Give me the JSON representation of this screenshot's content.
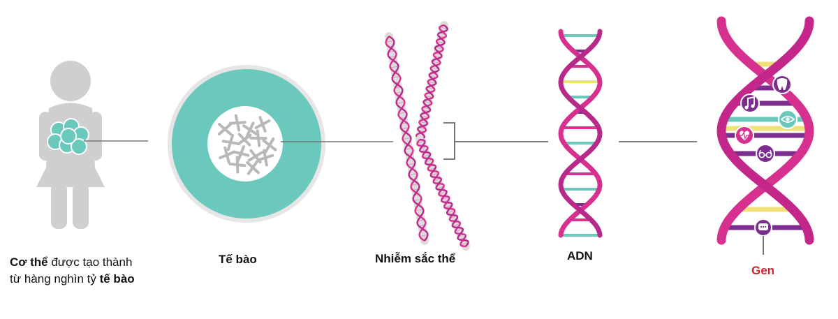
{
  "labels": {
    "body": {
      "bold1": "Cơ thể",
      "text1": " được tạo thành",
      "text2": "từ hàng nghìn tỷ ",
      "bold2": "tế bào"
    },
    "cell": "Tế bào",
    "chromosome": "Nhiễm sắc thể",
    "dna": "ADN",
    "gene": "Gen"
  },
  "icons": [
    "tooth-icon",
    "music-note-icon",
    "eye-icon",
    "heart-pulse-icon",
    "glasses-icon",
    "speech-bubble-icon"
  ],
  "colors": {
    "teal": "#6ac8bc",
    "magenta": "#d6318f",
    "purple": "#7b2e8e",
    "gray": "#cfcfcf",
    "gene_label": "#d3212b",
    "yellow": "#f0e07a"
  }
}
